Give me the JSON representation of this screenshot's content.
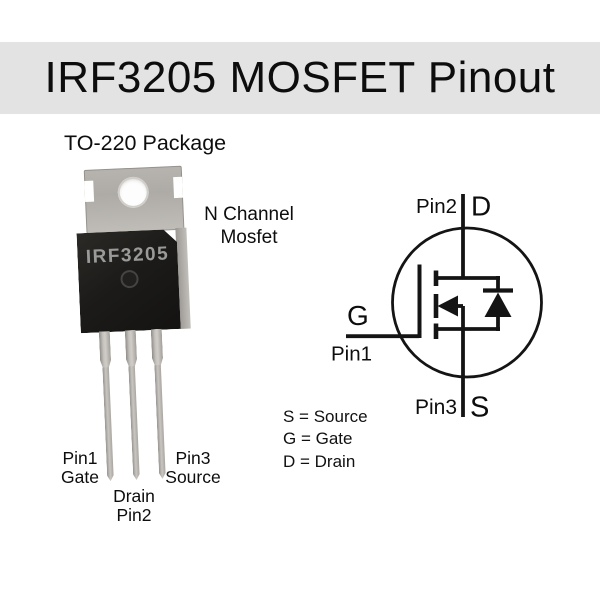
{
  "title": "IRF3205 MOSFET Pinout",
  "package": {
    "heading": "TO-220 Package",
    "part_number": "IRF3205",
    "type": {
      "line1": "N Channel",
      "line2": "Mosfet"
    },
    "pin_labels": {
      "pin1": {
        "line1": "Pin1",
        "line2": "Gate"
      },
      "pin2": {
        "line1": "Drain",
        "line2": "Pin2"
      },
      "pin3": {
        "line1": "Pin3",
        "line2": "Source"
      }
    }
  },
  "schematic": {
    "drain_pin": "Pin2",
    "drain": "D",
    "gate": "G",
    "gate_pin": "Pin1",
    "source_pin": "Pin3",
    "source": "S"
  },
  "legend": {
    "source": "S = Source",
    "gate": "G = Gate",
    "drain": "D = Drain"
  },
  "colors": {
    "title_band_bg": "#e3e3e3",
    "text": "#0d0d0d",
    "package_tab": "#b4b1ac",
    "package_body": "#1c1b19",
    "part_label_text": "#9a9a9a",
    "schematic_line": "#141414"
  }
}
